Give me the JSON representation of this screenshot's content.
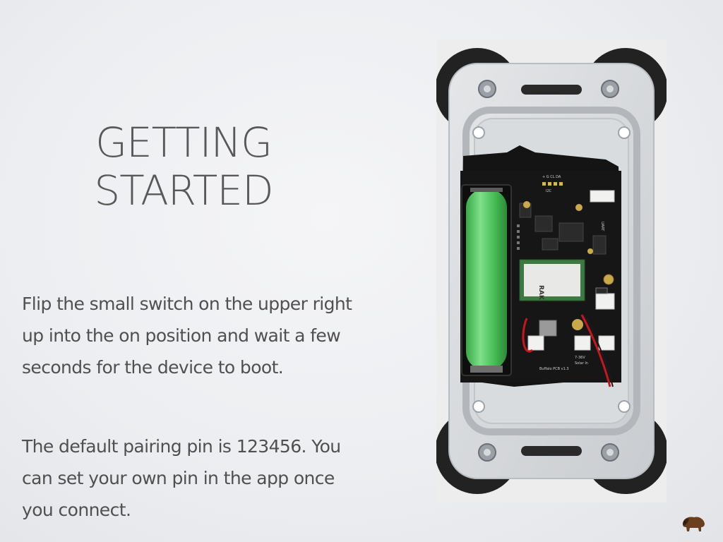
{
  "slide": {
    "title": "GETTING\nSTARTED",
    "paragraphs": [
      "Flip the small switch on the upper right up into the on position and wait a few seconds for the device to boot.",
      "The default pairing pin is 123456. You can set your own pin in the app once you connect."
    ]
  },
  "photo": {
    "board_labels": {
      "i2c": "I2C",
      "uart": "UART",
      "module": "RAK",
      "input": "7-36V",
      "solar": "Solar In",
      "board_name": "Buffalo PCB v1.3",
      "pins_top": "+ G CL DA"
    }
  },
  "logo": {
    "icon": "bison-icon"
  }
}
